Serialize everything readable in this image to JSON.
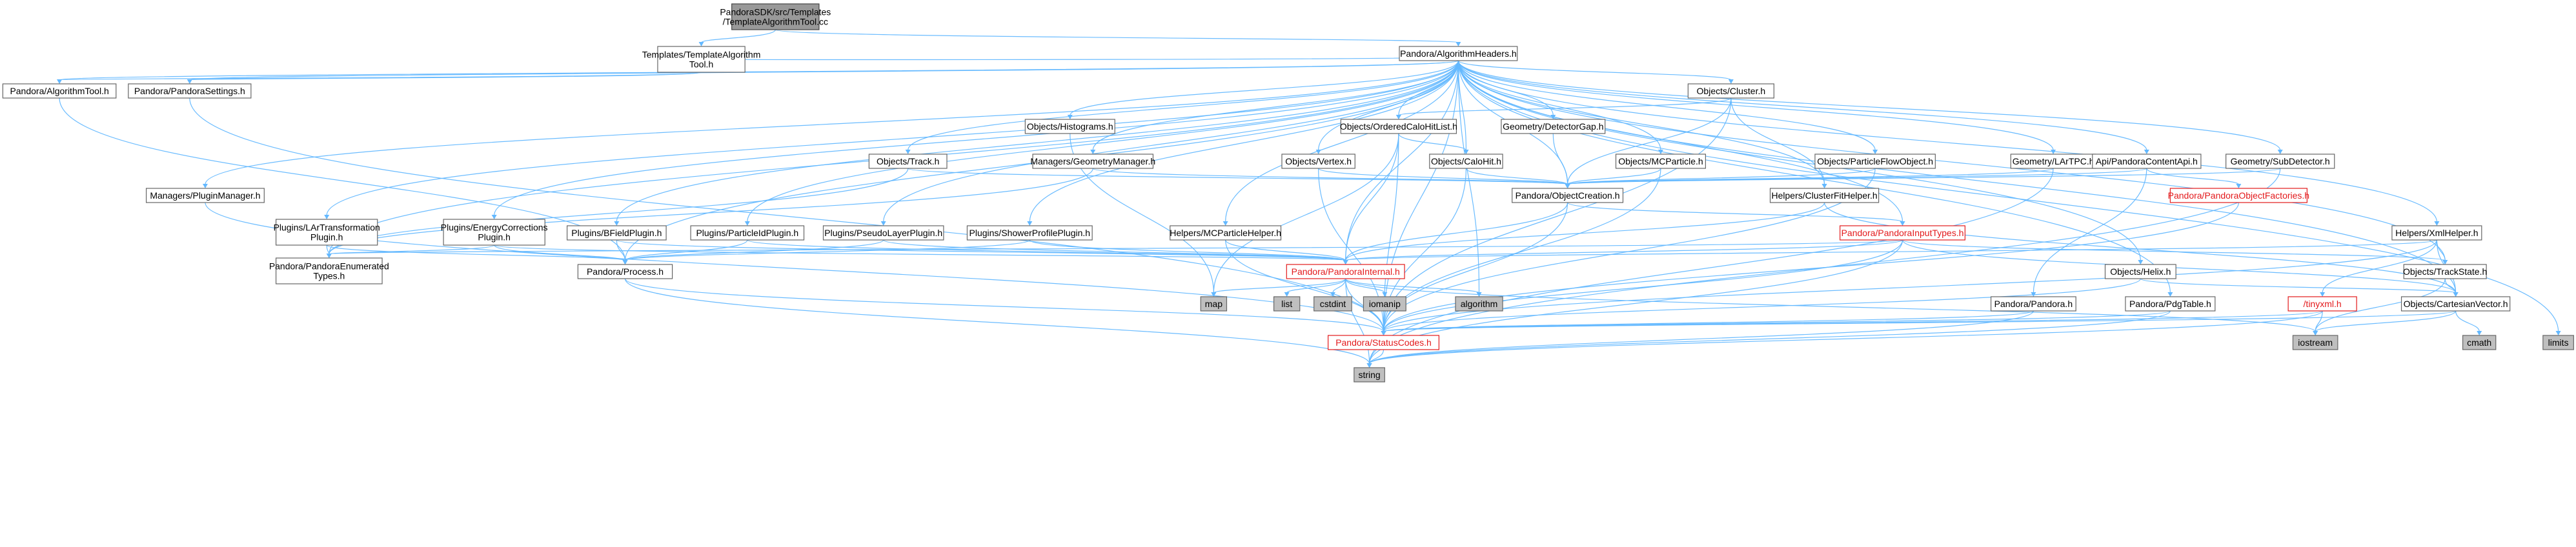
{
  "theme": {
    "edge": "#63b8ff",
    "focus": "#999999",
    "gray": "#bfbfbf",
    "red": "#e31a1c"
  },
  "nodes": [
    {
      "id": "root",
      "lines": [
        "PandoraSDK/src/Templates",
        "/TemplateAlgorithmTool.cc"
      ],
      "style": "focus"
    },
    {
      "id": "tat",
      "lines": [
        "Templates/TemplateAlgorithm",
        "Tool.h"
      ]
    },
    {
      "id": "ah",
      "lines": [
        "Pandora/AlgorithmHeaders.h"
      ]
    },
    {
      "id": "atool",
      "lines": [
        "Pandora/AlgorithmTool.h"
      ]
    },
    {
      "id": "psettings",
      "lines": [
        "Pandora/PandoraSettings.h"
      ]
    },
    {
      "id": "ocluster",
      "lines": [
        "Objects/Cluster.h"
      ]
    },
    {
      "id": "ohist",
      "lines": [
        "Objects/Histograms.h"
      ]
    },
    {
      "id": "ochl",
      "lines": [
        "Objects/OrderedCaloHitList.h"
      ]
    },
    {
      "id": "gdg",
      "lines": [
        "Geometry/DetectorGap.h"
      ]
    },
    {
      "id": "otrack",
      "lines": [
        "Objects/Track.h"
      ]
    },
    {
      "id": "mgm",
      "lines": [
        "Managers/GeometryManager.h"
      ]
    },
    {
      "id": "overtex",
      "lines": [
        "Objects/Vertex.h"
      ]
    },
    {
      "id": "ocalohit",
      "lines": [
        "Objects/CaloHit.h"
      ]
    },
    {
      "id": "omcp",
      "lines": [
        "Objects/MCParticle.h"
      ]
    },
    {
      "id": "opfo",
      "lines": [
        "Objects/ParticleFlowObject.h"
      ]
    },
    {
      "id": "glartpc",
      "lines": [
        "Geometry/LArTPC.h"
      ]
    },
    {
      "id": "api",
      "lines": [
        "Api/PandoraContentApi.h"
      ]
    },
    {
      "id": "gsub",
      "lines": [
        "Geometry/SubDetector.h"
      ]
    },
    {
      "id": "mpm",
      "lines": [
        "Managers/PluginManager.h"
      ]
    },
    {
      "id": "pobj",
      "lines": [
        "Pandora/ObjectCreation.h"
      ]
    },
    {
      "id": "hcfh",
      "lines": [
        "Helpers/ClusterFitHelper.h"
      ]
    },
    {
      "id": "pof",
      "lines": [
        "Pandora/PandoraObjectFactories.h"
      ],
      "style": "red"
    },
    {
      "id": "plt",
      "lines": [
        "Plugins/LArTransformation",
        "Plugin.h"
      ]
    },
    {
      "id": "pec",
      "lines": [
        "Plugins/EnergyCorrections",
        "Plugin.h"
      ]
    },
    {
      "id": "pbf",
      "lines": [
        "Plugins/BFieldPlugin.h"
      ]
    },
    {
      "id": "ppid",
      "lines": [
        "Plugins/ParticleIdPlugin.h"
      ]
    },
    {
      "id": "ppl",
      "lines": [
        "Plugins/PseudoLayerPlugin.h"
      ]
    },
    {
      "id": "psp",
      "lines": [
        "Plugins/ShowerProfilePlugin.h"
      ]
    },
    {
      "id": "hmcp",
      "lines": [
        "Helpers/MCParticleHelper.h"
      ]
    },
    {
      "id": "pit",
      "lines": [
        "Pandora/PandoraInputTypes.h"
      ],
      "style": "red"
    },
    {
      "id": "hxml",
      "lines": [
        "Helpers/XmlHelper.h"
      ]
    },
    {
      "id": "pet",
      "lines": [
        "Pandora/PandoraEnumerated",
        "Types.h"
      ]
    },
    {
      "id": "pproc",
      "lines": [
        "Pandora/Process.h"
      ]
    },
    {
      "id": "pint",
      "lines": [
        "Pandora/PandoraInternal.h"
      ],
      "style": "red"
    },
    {
      "id": "ohelix",
      "lines": [
        "Objects/Helix.h"
      ]
    },
    {
      "id": "ots",
      "lines": [
        "Objects/TrackState.h"
      ]
    },
    {
      "id": "ppan",
      "lines": [
        "Pandora/Pandora.h"
      ]
    },
    {
      "id": "ppdg",
      "lines": [
        "Pandora/PdgTable.h"
      ]
    },
    {
      "id": "txml",
      "lines": [
        "/tinyxml.h"
      ],
      "style": "red"
    },
    {
      "id": "ocv",
      "lines": [
        "Objects/CartesianVector.h"
      ]
    },
    {
      "id": "map",
      "lines": [
        "map"
      ],
      "style": "gray"
    },
    {
      "id": "list",
      "lines": [
        "list"
      ],
      "style": "gray"
    },
    {
      "id": "cstdint",
      "lines": [
        "cstdint"
      ],
      "style": "gray"
    },
    {
      "id": "iomanip",
      "lines": [
        "iomanip"
      ],
      "style": "gray"
    },
    {
      "id": "algorithm",
      "lines": [
        "algorithm"
      ],
      "style": "gray"
    },
    {
      "id": "iostream",
      "lines": [
        "iostream"
      ],
      "style": "gray"
    },
    {
      "id": "cmath",
      "lines": [
        "cmath"
      ],
      "style": "gray"
    },
    {
      "id": "limits",
      "lines": [
        "limits"
      ],
      "style": "gray"
    },
    {
      "id": "psc",
      "lines": [
        "Pandora/StatusCodes.h"
      ],
      "style": "red"
    },
    {
      "id": "string",
      "lines": [
        "string"
      ],
      "style": "gray"
    }
  ],
  "edges": [
    [
      "root",
      "tat"
    ],
    [
      "root",
      "ah"
    ],
    [
      "tat",
      "atool"
    ],
    [
      "tat",
      "psettings"
    ],
    [
      "tat",
      "ah"
    ],
    [
      "ah",
      "atool"
    ],
    [
      "ah",
      "psettings"
    ],
    [
      "ah",
      "ocluster"
    ],
    [
      "ah",
      "ohist"
    ],
    [
      "ah",
      "ochl"
    ],
    [
      "ah",
      "gdg"
    ],
    [
      "ah",
      "otrack"
    ],
    [
      "ah",
      "mgm"
    ],
    [
      "ah",
      "overtex"
    ],
    [
      "ah",
      "ocalohit"
    ],
    [
      "ah",
      "omcp"
    ],
    [
      "ah",
      "opfo"
    ],
    [
      "ah",
      "glartpc"
    ],
    [
      "ah",
      "api"
    ],
    [
      "ah",
      "gsub"
    ],
    [
      "ah",
      "mpm"
    ],
    [
      "ah",
      "pobj"
    ],
    [
      "ah",
      "hcfh"
    ],
    [
      "ah",
      "plt"
    ],
    [
      "ah",
      "pec"
    ],
    [
      "ah",
      "pbf"
    ],
    [
      "ah",
      "ppid"
    ],
    [
      "ah",
      "ppl"
    ],
    [
      "ah",
      "psp"
    ],
    [
      "ah",
      "hmcp"
    ],
    [
      "ah",
      "pit"
    ],
    [
      "ah",
      "hxml"
    ],
    [
      "ah",
      "pint"
    ],
    [
      "ah",
      "ohelix"
    ],
    [
      "ah",
      "ots"
    ],
    [
      "ah",
      "ppdg"
    ],
    [
      "ah",
      "ocv"
    ],
    [
      "ah",
      "limits"
    ],
    [
      "ah",
      "pet"
    ],
    [
      "ah",
      "pproc"
    ],
    [
      "ah",
      "psc"
    ],
    [
      "ah",
      "algorithm"
    ],
    [
      "atool",
      "pproc"
    ],
    [
      "psettings",
      "psc"
    ],
    [
      "ocluster",
      "ochl"
    ],
    [
      "ocluster",
      "pobj"
    ],
    [
      "ocluster",
      "hcfh"
    ],
    [
      "ocluster",
      "psc"
    ],
    [
      "ohist",
      "map"
    ],
    [
      "ochl",
      "ocalohit"
    ],
    [
      "ochl",
      "pint"
    ],
    [
      "ochl",
      "map"
    ],
    [
      "ochl",
      "psc"
    ],
    [
      "gdg",
      "pobj"
    ],
    [
      "otrack",
      "pobj"
    ],
    [
      "otrack",
      "pet"
    ],
    [
      "mgm",
      "pobj"
    ],
    [
      "mgm",
      "pet"
    ],
    [
      "overtex",
      "pobj"
    ],
    [
      "overtex",
      "psc"
    ],
    [
      "ocalohit",
      "pobj"
    ],
    [
      "ocalohit",
      "psc"
    ],
    [
      "omcp",
      "pobj"
    ],
    [
      "omcp",
      "psc"
    ],
    [
      "opfo",
      "pobj"
    ],
    [
      "opfo",
      "psc"
    ],
    [
      "glartpc",
      "pobj"
    ],
    [
      "glartpc",
      "string"
    ],
    [
      "api",
      "pobj"
    ],
    [
      "api",
      "pof"
    ],
    [
      "api",
      "ppan"
    ],
    [
      "gsub",
      "pobj"
    ],
    [
      "gsub",
      "string"
    ],
    [
      "mpm",
      "psc"
    ],
    [
      "pobj",
      "pit"
    ],
    [
      "pobj",
      "pint"
    ],
    [
      "pobj",
      "psc"
    ],
    [
      "hcfh",
      "ocv"
    ],
    [
      "hcfh",
      "pint"
    ],
    [
      "pof",
      "psc"
    ],
    [
      "plt",
      "pet"
    ],
    [
      "plt",
      "pproc"
    ],
    [
      "pec",
      "pet"
    ],
    [
      "pec",
      "pproc"
    ],
    [
      "pec",
      "pint"
    ],
    [
      "pbf",
      "pproc"
    ],
    [
      "pbf",
      "pint"
    ],
    [
      "ppid",
      "pproc"
    ],
    [
      "ppid",
      "pint"
    ],
    [
      "ppl",
      "pproc"
    ],
    [
      "ppl",
      "pint"
    ],
    [
      "psp",
      "pproc"
    ],
    [
      "psp",
      "pint"
    ],
    [
      "hmcp",
      "pint"
    ],
    [
      "hmcp",
      "psc"
    ],
    [
      "pit",
      "pint"
    ],
    [
      "pit",
      "ocv"
    ],
    [
      "pit",
      "ots"
    ],
    [
      "pit",
      "pet"
    ],
    [
      "pit",
      "psc"
    ],
    [
      "pit",
      "string"
    ],
    [
      "hxml",
      "ocv"
    ],
    [
      "hxml",
      "pint"
    ],
    [
      "hxml",
      "ots"
    ],
    [
      "hxml",
      "txml"
    ],
    [
      "hxml",
      "psc"
    ],
    [
      "pproc",
      "psc"
    ],
    [
      "pproc",
      "string"
    ],
    [
      "pint",
      "map"
    ],
    [
      "pint",
      "list"
    ],
    [
      "pint",
      "cstdint"
    ],
    [
      "pint",
      "iomanip"
    ],
    [
      "pint",
      "algorithm"
    ],
    [
      "pint",
      "iostream"
    ],
    [
      "pint",
      "psc"
    ],
    [
      "pint",
      "string"
    ],
    [
      "ohelix",
      "ocv"
    ],
    [
      "ohelix",
      "psc"
    ],
    [
      "ots",
      "ocv"
    ],
    [
      "ots",
      "iostream"
    ],
    [
      "ppan",
      "psc"
    ],
    [
      "ppan",
      "string"
    ],
    [
      "ppdg",
      "psc"
    ],
    [
      "ppdg",
      "string"
    ],
    [
      "txml",
      "iostream"
    ],
    [
      "txml",
      "psc"
    ],
    [
      "txml",
      "string"
    ],
    [
      "ocv",
      "cmath"
    ],
    [
      "ocv",
      "iostream"
    ],
    [
      "ocv",
      "psc"
    ],
    [
      "psc",
      "string"
    ]
  ]
}
